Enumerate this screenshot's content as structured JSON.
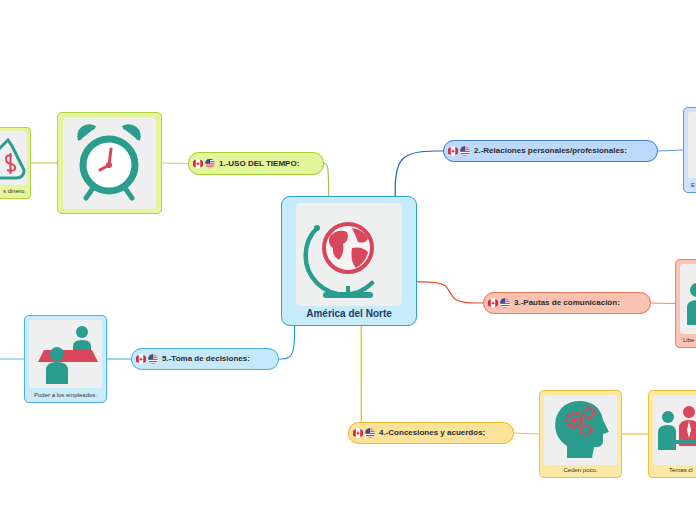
{
  "diagram": {
    "nodes": [
      {
        "text": [
          "América del Norte"
        ]
      },
      {
        "text": [
          "1.-USO DEL TIEMPO:"
        ]
      },
      {
        "text": []
      },
      {
        "text": [
          "s dinero."
        ]
      },
      {
        "text": [
          "2.-Relaciones personales/profesionales:"
        ]
      },
      {
        "text": [
          "E"
        ]
      },
      {
        "text": [
          "3.-Pautas de comunicación:"
        ]
      },
      {
        "text": [
          "Libe"
        ]
      },
      {
        "text": [
          "4.-Concesiones y acuerdos;"
        ]
      },
      {
        "text": [
          "Ceden poco."
        ]
      },
      {
        "text": [
          "Temas cl"
        ]
      },
      {
        "text": [
          "5.-Toma de decisiones:"
        ]
      },
      {
        "text": [
          "Poder a los empleados."
        ]
      }
    ],
    "edges": [
      {
        "from": 0,
        "to": 1,
        "arrow": "none"
      },
      {
        "from": 1,
        "to": 2,
        "arrow": "none"
      },
      {
        "from": 2,
        "to": 3,
        "arrow": "none"
      },
      {
        "from": 0,
        "to": 4,
        "arrow": "none"
      },
      {
        "from": 4,
        "to": 5,
        "arrow": "none"
      },
      {
        "from": 0,
        "to": 6,
        "arrow": "none"
      },
      {
        "from": 6,
        "to": 7,
        "arrow": "none"
      },
      {
        "from": 0,
        "to": 8,
        "arrow": "none"
      },
      {
        "from": 8,
        "to": 9,
        "arrow": "none"
      },
      {
        "from": 9,
        "to": 10,
        "arrow": "none"
      },
      {
        "from": 0,
        "to": 11,
        "arrow": "none"
      },
      {
        "from": 11,
        "to": 12,
        "arrow": "none"
      }
    ]
  }
}
